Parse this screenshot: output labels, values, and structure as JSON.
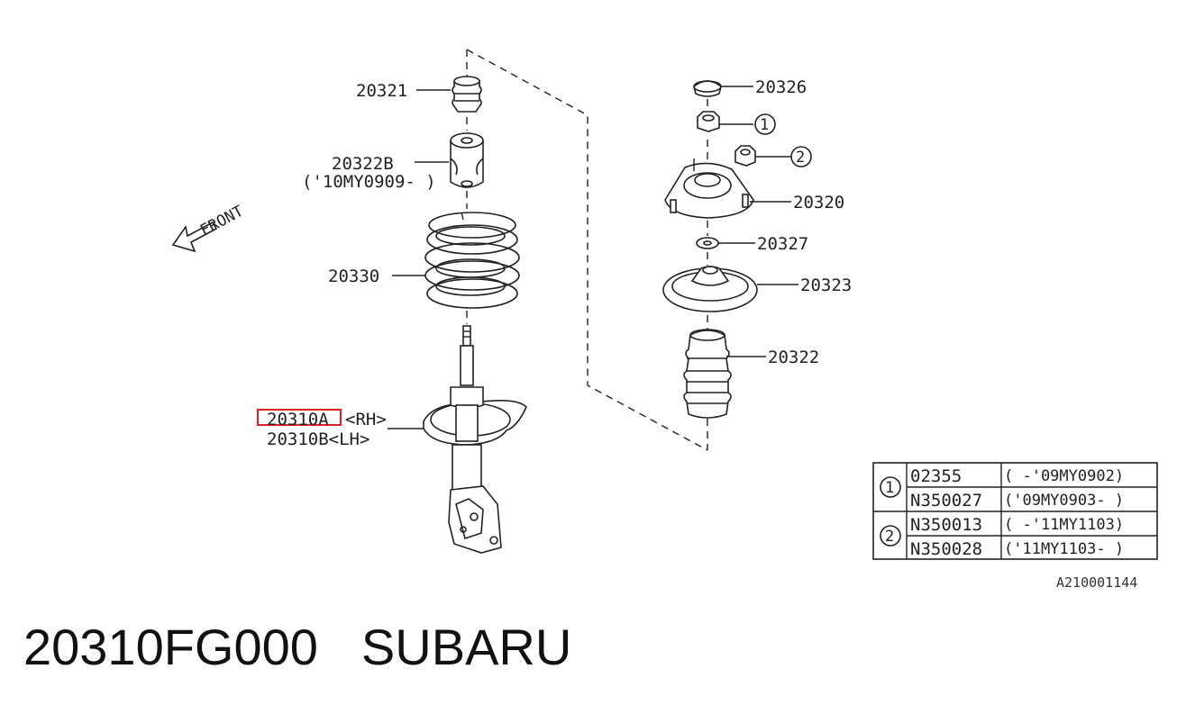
{
  "diagram": {
    "front_label": "FRONT",
    "parts": {
      "p20321": "20321",
      "p20322B": "20322B",
      "p20322B_note": "('10MY0909- )",
      "p20330": "20330",
      "p20310A": "20310A",
      "p20310A_side": "<RH>",
      "p20310B": "20310B<LH>",
      "p20326": "20326",
      "p20320": "20320",
      "p20327": "20327",
      "p20323": "20323",
      "p20322": "20322"
    },
    "callouts": {
      "one": "1",
      "two": "2"
    },
    "drawing_code": "A210001144",
    "highlight_color": "#e02020"
  },
  "table": {
    "rows": [
      {
        "ref": "1",
        "part": "02355",
        "range": "( -'09MY0902)"
      },
      {
        "ref": "",
        "part": "N350027",
        "range": "('09MY0903- )"
      },
      {
        "ref": "2",
        "part": "N350013",
        "range": "( -'11MY1103)"
      },
      {
        "ref": "",
        "part": "N350028",
        "range": "('11MY1103- )"
      }
    ]
  },
  "footer": {
    "part_number": "20310FG000",
    "brand": "SUBARU"
  }
}
